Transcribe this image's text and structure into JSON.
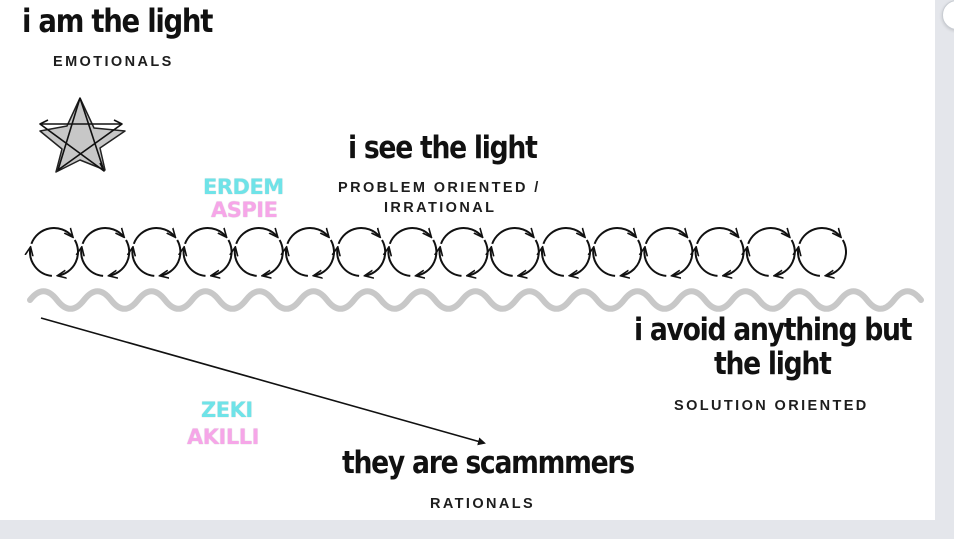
{
  "nodes": {
    "emotional": {
      "title": "i am the light",
      "subtitle": "EMOTIONALS"
    },
    "irrational": {
      "title": "i see the light",
      "subtitle_line1": "PROBLEM ORIENTED /",
      "subtitle_line2": "IRRATIONAL"
    },
    "solution": {
      "title_line1": "i avoid anything but",
      "title_line2": "the light",
      "subtitle": "SOLUTION ORIENTED"
    },
    "rational": {
      "title": "they are scammmers",
      "subtitle": "RATIONALS"
    }
  },
  "names": {
    "erdem": {
      "line1": "ERDEM",
      "line2": "ASPIE"
    },
    "zeki": {
      "line1": "ZEKI",
      "line2": "AKILLI"
    }
  },
  "colors": {
    "cyan": "#6fe3e8",
    "pink": "#f6a6e8",
    "wave": "#c8c8c8",
    "ink": "#111111"
  },
  "icons": [
    "star-icon",
    "loop-chain-icon",
    "wave-line-icon",
    "arrow-icon"
  ]
}
